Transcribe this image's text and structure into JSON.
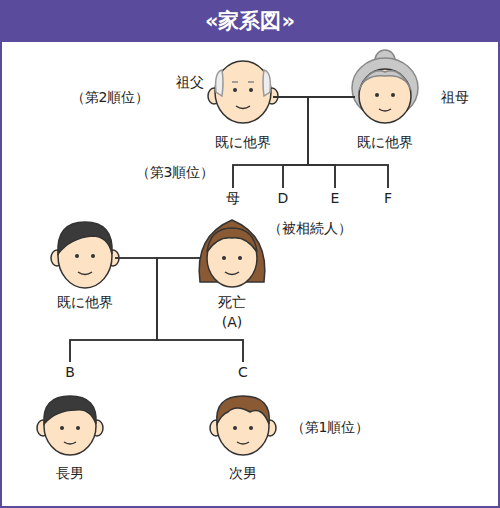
{
  "diagram": {
    "title": "«家系図»",
    "nodes": [
      {
        "text": [
          "祖父",
          "既に他界"
        ]
      },
      {
        "text": [
          "祖母",
          "既に他界"
        ]
      },
      {
        "text": [
          "母"
        ]
      },
      {
        "text": [
          "D"
        ]
      },
      {
        "text": [
          "E"
        ]
      },
      {
        "text": [
          "F"
        ]
      },
      {
        "text": [
          "既に他界"
        ]
      },
      {
        "text": [
          "死亡",
          "(A)"
        ]
      },
      {
        "text": [
          "B",
          "長男"
        ]
      },
      {
        "text": [
          "C",
          "次男"
        ]
      }
    ],
    "edges": [
      {
        "from": 0,
        "to": 2,
        "arrow": "none"
      },
      {
        "from": 0,
        "to": 3,
        "arrow": "none"
      },
      {
        "from": 0,
        "to": 4,
        "arrow": "none"
      },
      {
        "from": 0,
        "to": 5,
        "arrow": "none"
      },
      {
        "from": 1,
        "to": 2,
        "arrow": "none"
      },
      {
        "from": 1,
        "to": 3,
        "arrow": "none"
      },
      {
        "from": 1,
        "to": 4,
        "arrow": "none"
      },
      {
        "from": 1,
        "to": 5,
        "arrow": "none"
      },
      {
        "from": 6,
        "to": 8,
        "arrow": "none"
      },
      {
        "from": 6,
        "to": 9,
        "arrow": "none"
      },
      {
        "from": 7,
        "to": 8,
        "arrow": "none"
      },
      {
        "from": 7,
        "to": 9,
        "arrow": "none"
      }
    ],
    "labels": [
      "（第2順位）",
      "（第3順位）",
      "（被相続人）",
      "（第1順位）"
    ]
  }
}
